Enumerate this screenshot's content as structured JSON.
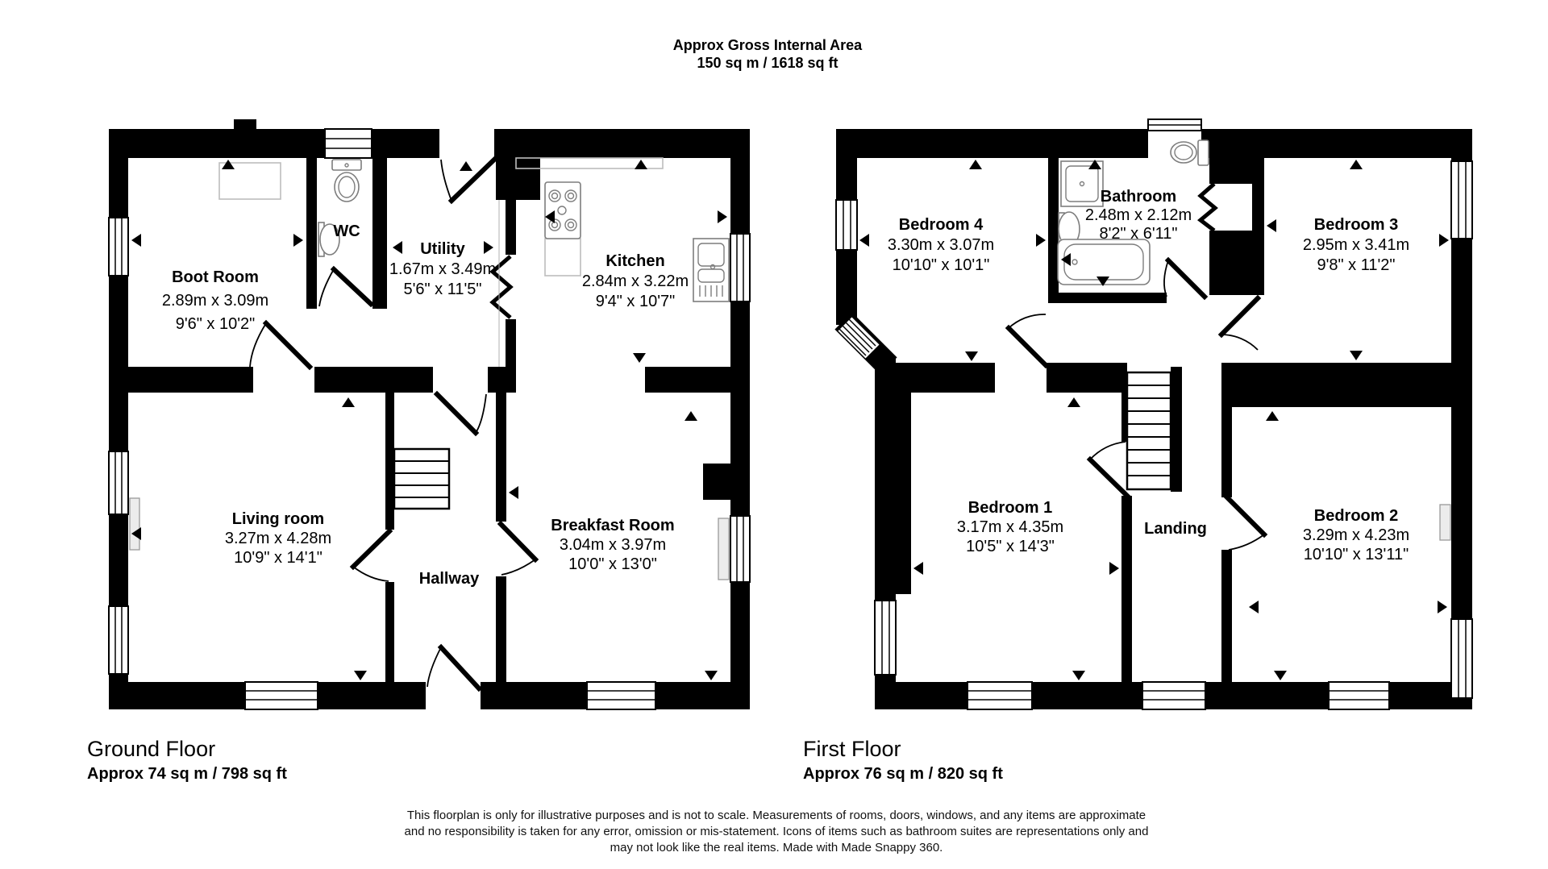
{
  "header": {
    "title": "Approx Gross Internal Area",
    "subtitle": "150 sq m / 1618 sq ft"
  },
  "ground_floor": {
    "caption": "Ground Floor",
    "area_label": "Approx 74 sq m / 798 sq ft",
    "rooms": {
      "boot_room": {
        "name": "Boot Room",
        "metric": "2.89m x 3.09m",
        "imperial": "9'6\" x 10'2\""
      },
      "wc": {
        "name": "WC"
      },
      "utility": {
        "name": "Utility",
        "metric": "1.67m x 3.49m",
        "imperial": "5'6\" x 11'5\""
      },
      "kitchen": {
        "name": "Kitchen",
        "metric": "2.84m x 3.22m",
        "imperial": "9'4\" x 10'7\""
      },
      "living_room": {
        "name": "Living room",
        "metric": "3.27m x 4.28m",
        "imperial": "10'9\" x 14'1\""
      },
      "breakfast_room": {
        "name": "Breakfast Room",
        "metric": "3.04m x 3.97m",
        "imperial": "10'0\" x 13'0\""
      },
      "hallway": {
        "name": "Hallway"
      }
    }
  },
  "first_floor": {
    "caption": "First Floor",
    "area_label": "Approx 76 sq m / 820 sq ft",
    "rooms": {
      "bedroom_4": {
        "name": "Bedroom 4",
        "metric": "3.30m x 3.07m",
        "imperial": "10'10\" x 10'1\""
      },
      "bathroom": {
        "name": "Bathroom",
        "metric": "2.48m x 2.12m",
        "imperial": "8'2\" x 6'11\""
      },
      "bedroom_3": {
        "name": "Bedroom 3",
        "metric": "2.95m x 3.41m",
        "imperial": "9'8\" x 11'2\""
      },
      "bedroom_1": {
        "name": "Bedroom 1",
        "metric": "3.17m x 4.35m",
        "imperial": "10'5\" x 14'3\""
      },
      "landing": {
        "name": "Landing"
      },
      "bedroom_2": {
        "name": "Bedroom 2",
        "metric": "3.29m x 4.23m",
        "imperial": "10'10\" x 13'11\""
      }
    }
  },
  "disclaimer": {
    "line1": "This floorplan is only for illustrative purposes and is not to scale. Measurements of rooms, doors, windows, and any items are approximate",
    "line2": "and no responsibility is taken for any error, omission or mis-statement. Icons of items such as bathroom suites are representations only and",
    "line3": "may not look like the real items. Made with Made Snappy 360."
  },
  "colors": {
    "wall": "#000000",
    "background": "#ffffff",
    "fixture_outline": "#7d7d7d",
    "furniture_outline": "#bdbdbd"
  }
}
